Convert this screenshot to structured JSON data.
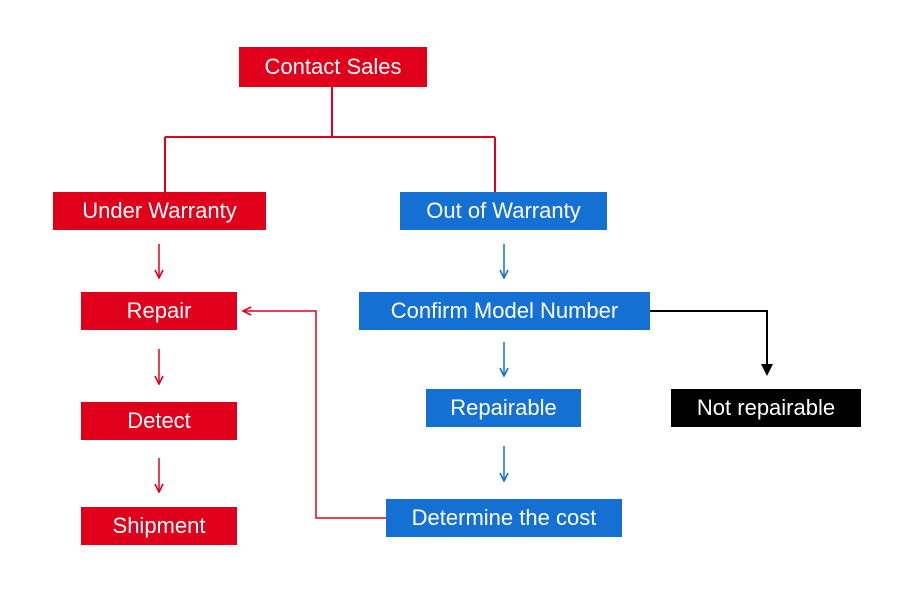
{
  "nodes": {
    "contact_sales": "Contact Sales",
    "under_warranty": "Under Warranty",
    "out_of_warranty": "Out of Warranty",
    "repair": "Repair",
    "confirm_model": "Confirm Model Number",
    "detect": "Detect",
    "repairable": "Repairable",
    "not_repairable": "Not repairable",
    "shipment": "Shipment",
    "determine_cost": "Determine the cost"
  },
  "colors": {
    "red": "#e0001b",
    "blue": "#1470d2",
    "black": "#000000"
  }
}
